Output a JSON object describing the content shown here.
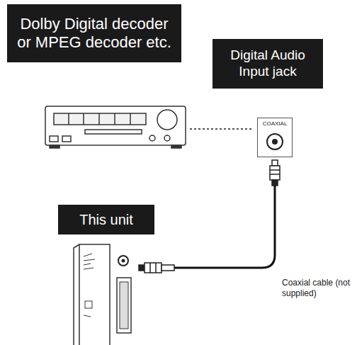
{
  "diagram": {
    "nodes": [
      {
        "text": [
          "Dolby Digital decoder or MPEG decoder etc."
        ]
      },
      {
        "text": [
          "Digital Audio Input jack"
        ]
      },
      {
        "text": [
          "COAXIAL"
        ]
      },
      {
        "text": [
          "This unit"
        ]
      }
    ],
    "labels": [
      "Coaxial cable (not supplied)"
    ]
  }
}
